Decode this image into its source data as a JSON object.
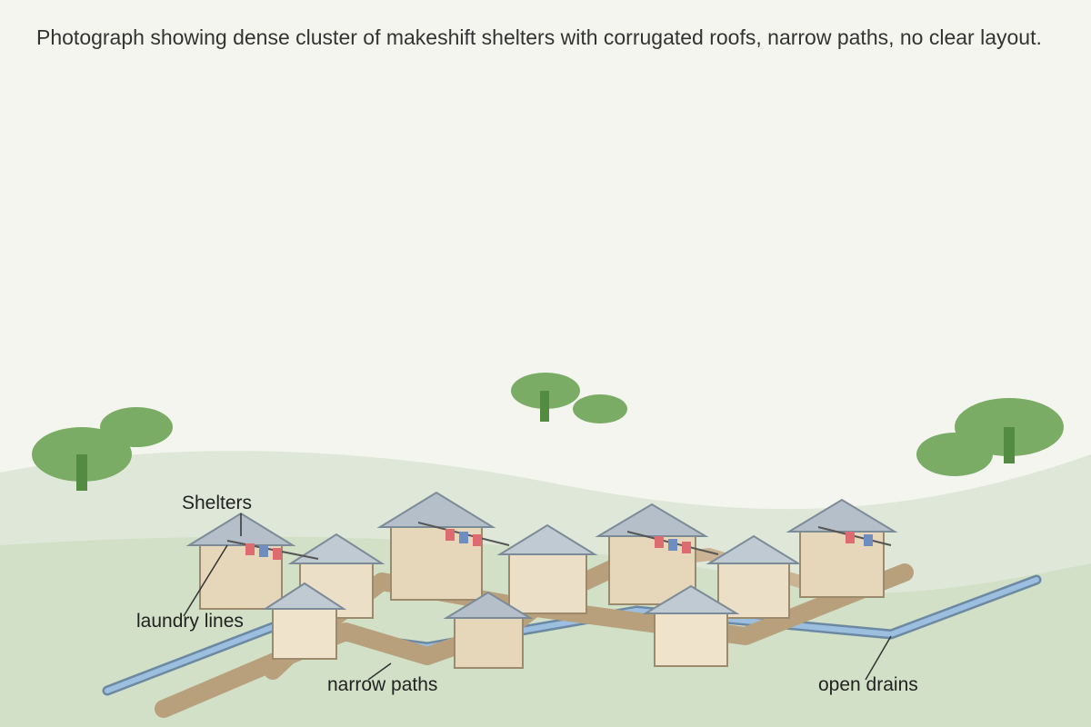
{
  "caption": "Photograph showing dense cluster of makeshift shelters with corrugated roofs, narrow paths, no clear layout.",
  "labels": {
    "shelters": "Shelters",
    "laundry": "laundry lines",
    "paths": "narrow paths",
    "drains": "open drains"
  },
  "colors": {
    "background": "#f5f5f0",
    "far_hill": "#dfe8d8",
    "ground": "#d1e0c6",
    "foliage": "#7aac66",
    "trunk": "#538b43",
    "path": "#b9a07c",
    "drain": "#9dbfdf",
    "roof": "#b4bfca",
    "wall": "#ecdfc7",
    "cloth_red": "#dd6c70",
    "cloth_blue": "#6f8ebf"
  }
}
